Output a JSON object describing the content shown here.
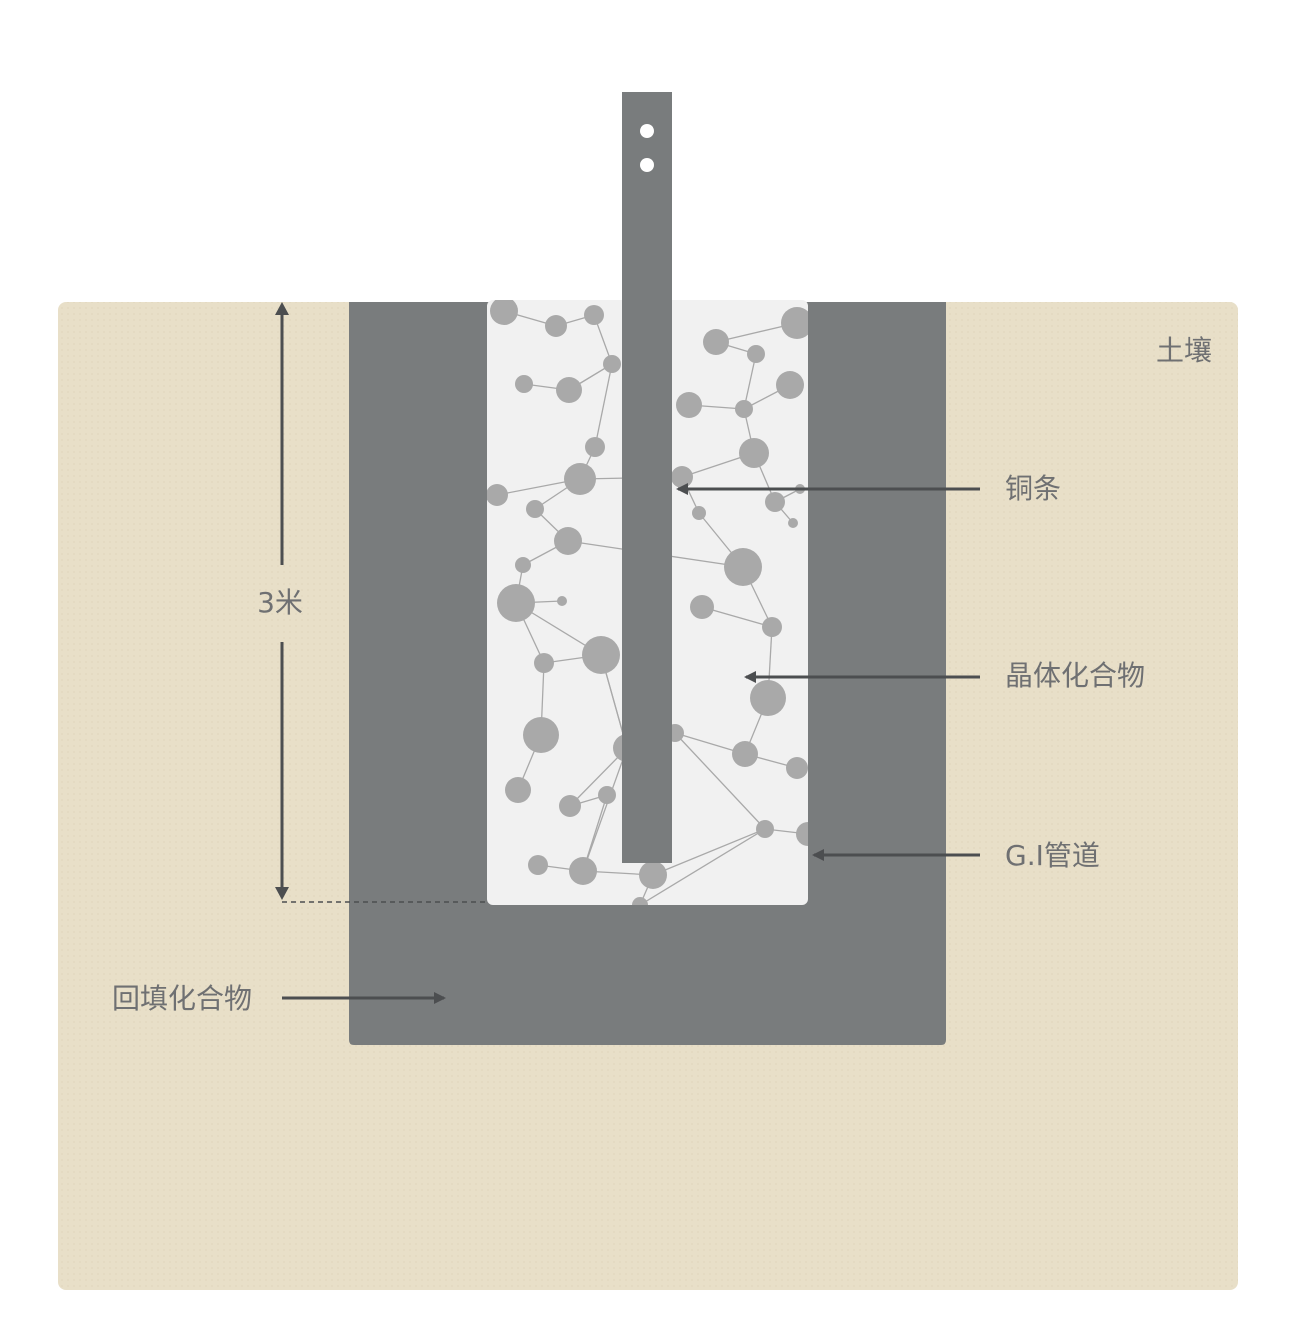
{
  "labels": {
    "soil": "土壤",
    "copper_strip": "铜条",
    "crystal_compound": "晶体化合物",
    "gi_pipe": "G.I管道",
    "backfill_compound": "回填化合物",
    "depth": "3米"
  },
  "colors": {
    "soil": "#e8dfc8",
    "pipe": "#797c7d",
    "crystal_fill": "#f1f1f1",
    "particle": "#a9a9a9",
    "arrow": "#4c4e50",
    "text": "#6f7072"
  }
}
